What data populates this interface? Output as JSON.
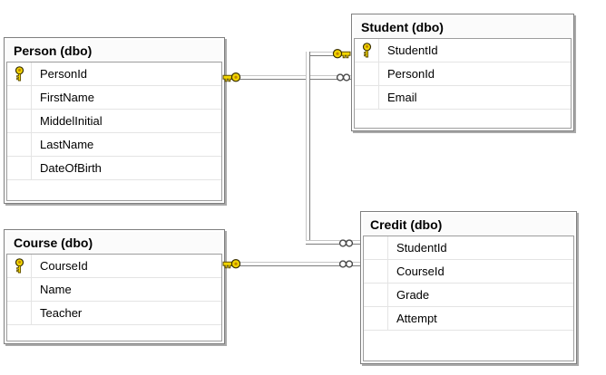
{
  "diagram": {
    "background": "#ffffff",
    "tables": {
      "person": {
        "title": "Person (dbo)",
        "columns": [
          {
            "name": "PersonId",
            "pk": true
          },
          {
            "name": "FirstName",
            "pk": false
          },
          {
            "name": "MiddelInitial",
            "pk": false
          },
          {
            "name": "LastName",
            "pk": false
          },
          {
            "name": "DateOfBirth",
            "pk": false
          }
        ]
      },
      "student": {
        "title": "Student (dbo)",
        "columns": [
          {
            "name": "StudentId",
            "pk": true
          },
          {
            "name": "PersonId",
            "pk": false
          },
          {
            "name": "Email",
            "pk": false
          }
        ]
      },
      "course": {
        "title": "Course (dbo)",
        "columns": [
          {
            "name": "CourseId",
            "pk": true
          },
          {
            "name": "Name",
            "pk": false
          },
          {
            "name": "Teacher",
            "pk": false
          }
        ]
      },
      "credit": {
        "title": "Credit (dbo)",
        "columns": [
          {
            "name": "StudentId",
            "pk": false
          },
          {
            "name": "CourseId",
            "pk": false
          },
          {
            "name": "Grade",
            "pk": false
          },
          {
            "name": "Attempt",
            "pk": false
          }
        ]
      }
    },
    "relationships": [
      {
        "one_end": "Person (dbo)",
        "many_end": "Student (dbo)",
        "one_symbol": "key",
        "many_symbol": "infinity"
      },
      {
        "one_end": "Student (dbo)",
        "many_end": "Credit (dbo)",
        "one_symbol": "key",
        "many_symbol": "infinity"
      },
      {
        "one_end": "Course (dbo)",
        "many_end": "Credit (dbo)",
        "one_symbol": "key",
        "many_symbol": "infinity"
      }
    ],
    "colors": {
      "key_yellow": "#f2d500",
      "key_outline": "#5d4d00",
      "line_light": "#c6c6c6",
      "line_dark": "#7b7b7b",
      "table_border": "#7f7f7f",
      "row_divider": "#e4e4e4",
      "text": "#000000"
    }
  }
}
